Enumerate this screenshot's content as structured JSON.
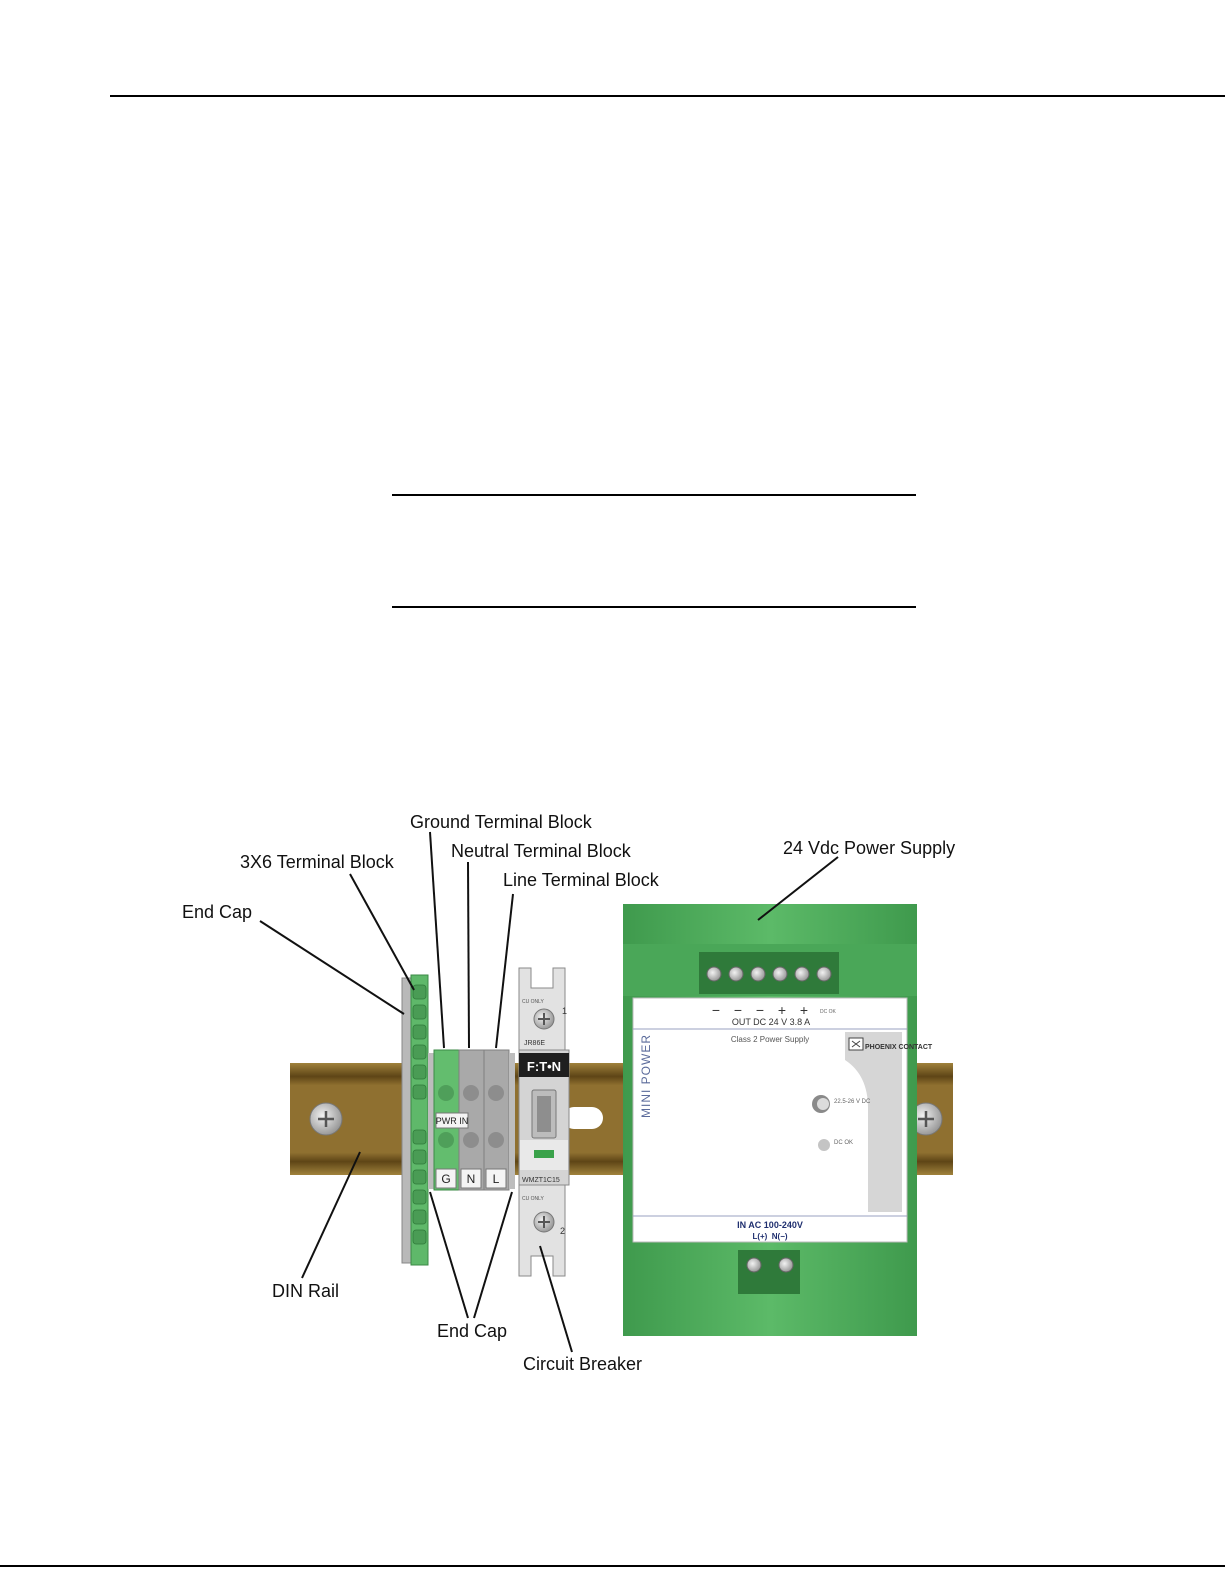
{
  "callouts": {
    "ground_terminal_block": "Ground Terminal Block",
    "three_by_six_terminal_block": "3X6 Terminal Block",
    "neutral_terminal_block": "Neutral Terminal Block",
    "line_terminal_block": "Line Terminal Block",
    "end_cap_left": "End Cap",
    "power_supply": "24 Vdc Power Supply",
    "din_rail": "DIN Rail",
    "end_cap_bottom": "End Cap",
    "circuit_breaker": "Circuit Breaker"
  },
  "terminal_labels": {
    "pwr_in": "PWR IN",
    "ground": "G",
    "neutral": "N",
    "line": "L"
  },
  "breaker": {
    "brand": "F:T•N",
    "model_top": "JR86E",
    "model_bottom": "WMZT1C15",
    "cu_only": "CU ONLY",
    "position_top": "1",
    "position_bottom": "2"
  },
  "power_supply": {
    "polarity_marks": [
      "−",
      "−",
      "−",
      "+",
      "+"
    ],
    "dc_ok_small": "DC OK",
    "output_rating": "OUT DC 24 V 3.8 A",
    "class_label": "Class 2 Power Supply",
    "brand": "PHOENIX CONTACT",
    "product_name": "MINI POWER",
    "voltage_adjust": "22.5-26 V DC",
    "dc_ok_led": "DC OK",
    "input_rating": "IN AC 100-240V",
    "input_terminals": "L(+)  N(−)"
  },
  "colors": {
    "green_terminal": "#5fb86a",
    "psu_green": "#4fae5c",
    "din_rail": "#8a6a2a",
    "gray_terminal": "#a7a7a7"
  }
}
